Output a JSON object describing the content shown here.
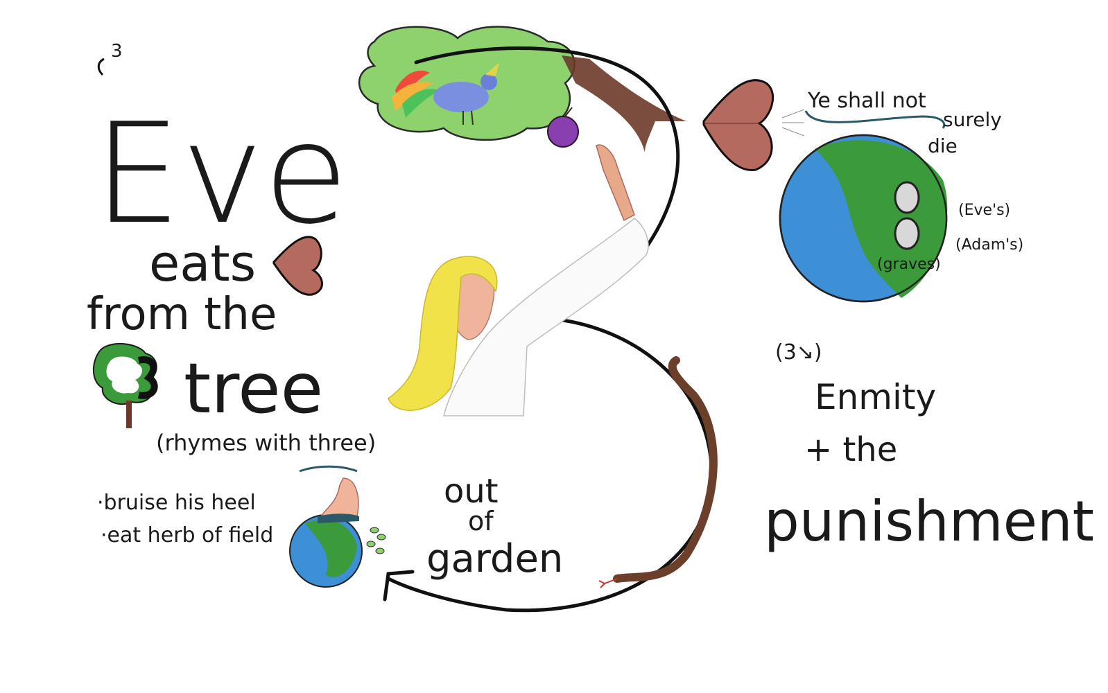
{
  "colors": {
    "ink": "#1a1a1a",
    "heart": "#b56a5f",
    "leaf_green": "#8ed26e",
    "earth_blue": "#3d8fd6",
    "earth_green": "#3b9a3a",
    "bark": "#6b3a2a",
    "hair": "#f2e24a",
    "skin": "#e8a88a",
    "plum": "#8a3fb0",
    "snake": "#6b3f2a",
    "grave": "#d8d8d8"
  },
  "left": {
    "step_marker": "3",
    "title": "Eve",
    "line_eats": "eats",
    "line_from_the": "from the",
    "line_tree": "tree",
    "rhyme_note": "(rhymes with three)",
    "bullet_1": "·bruise his heel",
    "bullet_2": "·eat herb of field"
  },
  "center": {
    "out_word": "out",
    "of_word": "of",
    "garden_word": "garden"
  },
  "right": {
    "speech_line_1": "Ye shall not",
    "speech_line_2": "surely",
    "speech_line_3": "die",
    "grave_label_eve": "(Eve's)",
    "grave_label_adam": "(Adam's)",
    "graves_label": "(graves)",
    "step_marker": "(3↘)",
    "enmity": "Enmity",
    "and_the": "+ the",
    "punishment": "punishment"
  }
}
